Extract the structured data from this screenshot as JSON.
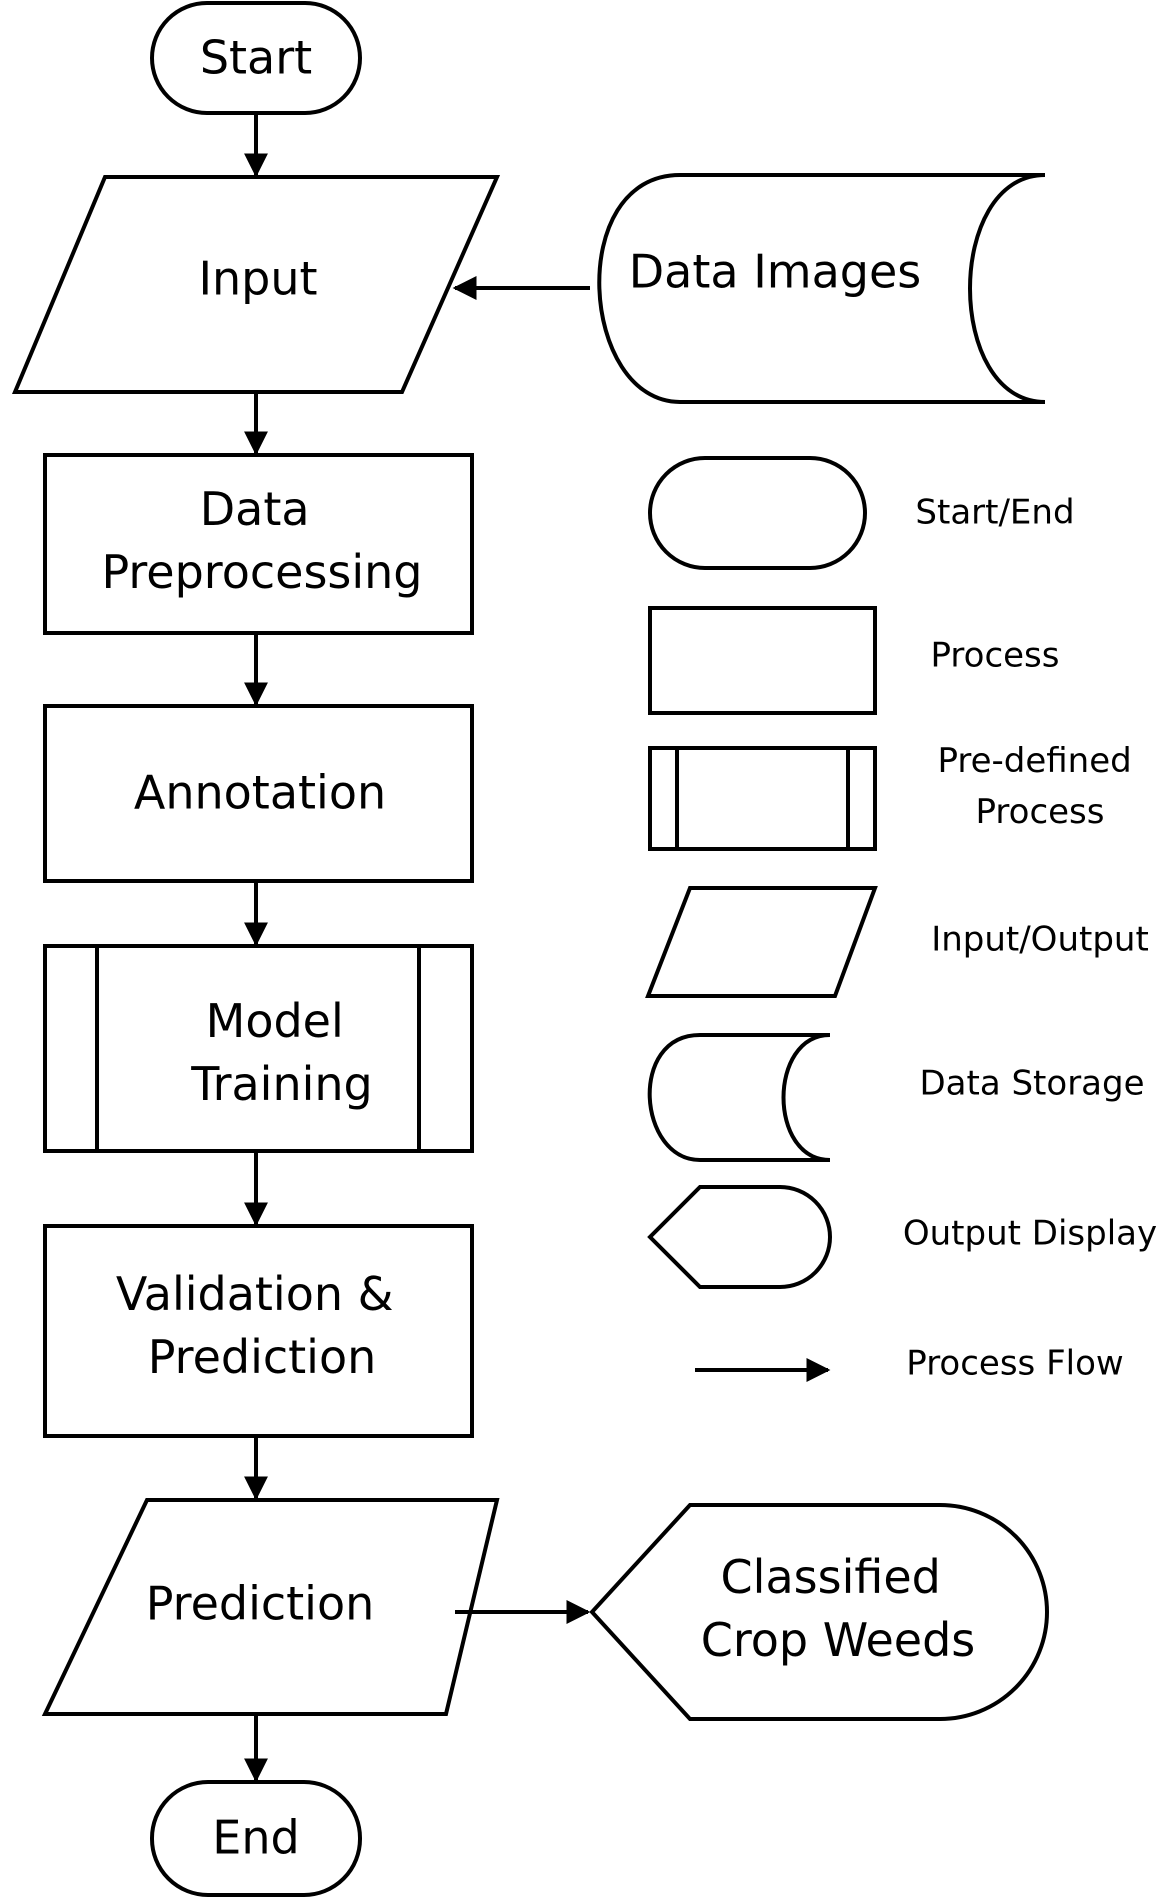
{
  "nodes": {
    "start": "Start",
    "input": "Input",
    "data_images": "Data Images",
    "preprocessing": [
      "Data",
      "Preprocessing"
    ],
    "annotation": "Annotation",
    "model_training": [
      "Model",
      "Training"
    ],
    "validation": [
      "Validation &",
      "Prediction"
    ],
    "prediction": "Prediction",
    "classified": [
      "Classified",
      "Crop Weeds"
    ],
    "end": "End"
  },
  "legend": {
    "start_end": "Start/End",
    "process": "Process",
    "predefined": [
      "Pre-defined",
      "Process"
    ],
    "input_output": "Input/Output",
    "data_storage": "Data Storage",
    "output_display": "Output Display",
    "process_flow": "Process Flow"
  },
  "colors": {
    "stroke": "#000000",
    "fill": "#ffffff",
    "background": "#ffffff"
  }
}
